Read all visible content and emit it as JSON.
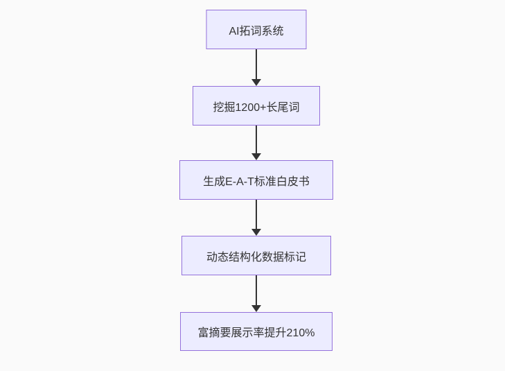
{
  "diagram": {
    "type": "flowchart",
    "direction": "top-down",
    "nodes": [
      {
        "id": "step-1",
        "label": "AI拓词系统"
      },
      {
        "id": "step-2",
        "label": "挖掘1200+长尾词"
      },
      {
        "id": "step-3",
        "label": "生成E-A-T标准白皮书"
      },
      {
        "id": "step-4",
        "label": "动态结构化数据标记"
      },
      {
        "id": "step-5",
        "label": "富摘要展示率提升210%"
      }
    ],
    "edges": [
      {
        "from": "step-1",
        "to": "step-2"
      },
      {
        "from": "step-2",
        "to": "step-3"
      },
      {
        "from": "step-3",
        "to": "step-4"
      },
      {
        "from": "step-4",
        "to": "step-5"
      }
    ]
  },
  "colors": {
    "background": "#fafafa",
    "node_fill": "#ECECFF",
    "node_border": "#9370DB",
    "arrow": "#333333",
    "text": "#333333"
  }
}
